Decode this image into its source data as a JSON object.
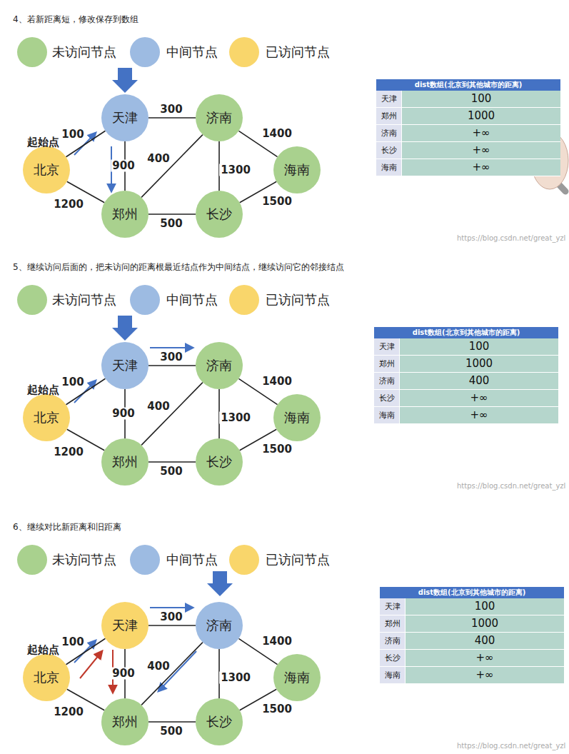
{
  "diagram": {
    "nodes": [
      {
        "text": [
          "天津"
        ]
      },
      {
        "text": [
          "济南"
        ]
      },
      {
        "text": [
          "北京"
        ]
      },
      {
        "text": [
          "海南"
        ]
      },
      {
        "text": [
          "郑州"
        ]
      },
      {
        "text": [
          "长沙"
        ]
      },
      {
        "text": [
          "天津"
        ]
      },
      {
        "text": [
          "济南"
        ]
      },
      {
        "text": [
          "北京"
        ]
      },
      {
        "text": [
          "海南"
        ]
      },
      {
        "text": [
          "郑州"
        ]
      },
      {
        "text": [
          "长沙"
        ]
      },
      {
        "text": [
          "天津"
        ]
      },
      {
        "text": [
          "济南"
        ]
      },
      {
        "text": [
          "北京"
        ]
      },
      {
        "text": [
          "海南"
        ]
      },
      {
        "text": [
          "郑州"
        ]
      },
      {
        "text": [
          "长沙"
        ]
      }
    ],
    "edges": [
      {
        "from": 2,
        "to": 0,
        "arrow": "none",
        "label": "100"
      },
      {
        "from": 0,
        "to": 1,
        "arrow": "none",
        "label": "300"
      },
      {
        "from": 2,
        "to": 4,
        "arrow": "none",
        "label": "1200"
      },
      {
        "from": 0,
        "to": 4,
        "arrow": "none",
        "label": "900"
      },
      {
        "from": 4,
        "to": 1,
        "arrow": "none",
        "label": "400"
      },
      {
        "from": 4,
        "to": 5,
        "arrow": "none",
        "label": "500"
      },
      {
        "from": 1,
        "to": 5,
        "arrow": "none",
        "label": "1300"
      },
      {
        "from": 1,
        "to": 3,
        "arrow": "none",
        "label": "1400"
      },
      {
        "from": 5,
        "to": 3,
        "arrow": "none",
        "label": "1500"
      },
      {
        "from": 8,
        "to": 6,
        "arrow": "none",
        "label": "100"
      },
      {
        "from": 6,
        "to": 7,
        "arrow": "none",
        "label": "300"
      },
      {
        "from": 8,
        "to": 10,
        "arrow": "none",
        "label": "1200"
      },
      {
        "from": 6,
        "to": 10,
        "arrow": "none",
        "label": "900"
      },
      {
        "from": 10,
        "to": 7,
        "arrow": "none",
        "label": "400"
      },
      {
        "from": 10,
        "to": 11,
        "arrow": "none",
        "label": "500"
      },
      {
        "from": 7,
        "to": 11,
        "arrow": "none",
        "label": "1300"
      },
      {
        "from": 7,
        "to": 9,
        "arrow": "none",
        "label": "1400"
      },
      {
        "from": 11,
        "to": 9,
        "arrow": "none",
        "label": "1500"
      },
      {
        "from": 14,
        "to": 12,
        "arrow": "none",
        "label": "100"
      },
      {
        "from": 12,
        "to": 13,
        "arrow": "none",
        "label": "300"
      },
      {
        "from": 14,
        "to": 16,
        "arrow": "none",
        "label": "1200"
      },
      {
        "from": 12,
        "to": 16,
        "arrow": "none",
        "label": "900"
      },
      {
        "from": 16,
        "to": 13,
        "arrow": "none",
        "label": "400"
      },
      {
        "from": 16,
        "to": 17,
        "arrow": "none",
        "label": "500"
      },
      {
        "from": 13,
        "to": 17,
        "arrow": "none",
        "label": "1300"
      },
      {
        "from": 13,
        "to": 15,
        "arrow": "none",
        "label": "1400"
      },
      {
        "from": 17,
        "to": 15,
        "arrow": "none",
        "label": "1500"
      }
    ],
    "labels": [
      "4、若新距离短，修改保存到数组",
      "起始点",
      "dist数组(北京到其他城市的距离)",
      "天津",
      "100",
      "郑州",
      "1000",
      "济南",
      "+∞",
      "长沙",
      "+∞",
      "海南",
      "+∞",
      "https://blog.csdn.net/great_yzl",
      "5、继续访问后面的，把未访问的距离根最近结点作为中间结点，继续访问它的邻接结点",
      "起始点",
      "dist数组(北京到其他城市的距离)",
      "天津",
      "100",
      "郑州",
      "1000",
      "济南",
      "400",
      "长沙",
      "+∞",
      "海南",
      "+∞",
      "https://blog.csdn.net/great_yzl",
      "6、继续对比新距离和旧距离",
      "起始点",
      "dist数组(北京到其他城市的距离)",
      "天津",
      "100",
      "郑州",
      "1000",
      "济南",
      "400",
      "长沙",
      "+∞",
      "海南",
      "+∞",
      "https://blog.csdn.net/great_yzl"
    ],
    "legend": [
      {
        "text": "未访问节点",
        "color": "#a9d18e"
      },
      {
        "text": "中间节点",
        "color": "#9dbbe2"
      },
      {
        "text": "已访问节点",
        "color": "#f9d66b"
      },
      {
        "text": "未访问节点",
        "color": "#a9d18e"
      },
      {
        "text": "中间节点",
        "color": "#9dbbe2"
      },
      {
        "text": "已访问节点",
        "color": "#f9d66b"
      },
      {
        "text": "未访问节点",
        "color": "#a9d18e"
      },
      {
        "text": "中间节点",
        "color": "#9dbbe2"
      },
      {
        "text": "已访问节点",
        "color": "#f9d66b"
      }
    ]
  }
}
